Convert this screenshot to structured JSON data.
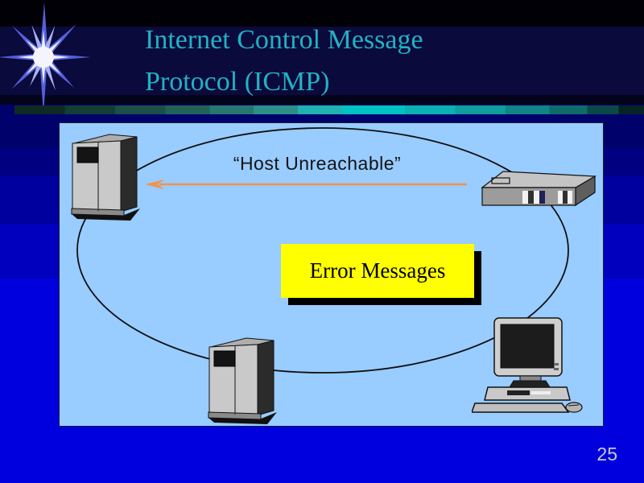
{
  "slide": {
    "title_line1": "Internet Control Message",
    "title_line2": "Protocol (ICMP)",
    "page_number": "25"
  },
  "diagram": {
    "message_label": "“Host Unreachable”",
    "callout_label": "Error Messages",
    "nodes": [
      {
        "icon": "server-icon",
        "position": "top-left"
      },
      {
        "icon": "router-icon",
        "position": "top-right"
      },
      {
        "icon": "server-icon",
        "position": "bottom-center"
      },
      {
        "icon": "desktop-computer-icon",
        "position": "bottom-right"
      }
    ]
  },
  "colors": {
    "title_text": "#22B2C4",
    "panel_background": "#99CCFF",
    "arrow": "#F0944A",
    "callout_background": "#FFFF00",
    "callout_shadow": "#000000",
    "page_bottom_background": "#0000DF",
    "page_number_text": "#C9C9D2"
  }
}
